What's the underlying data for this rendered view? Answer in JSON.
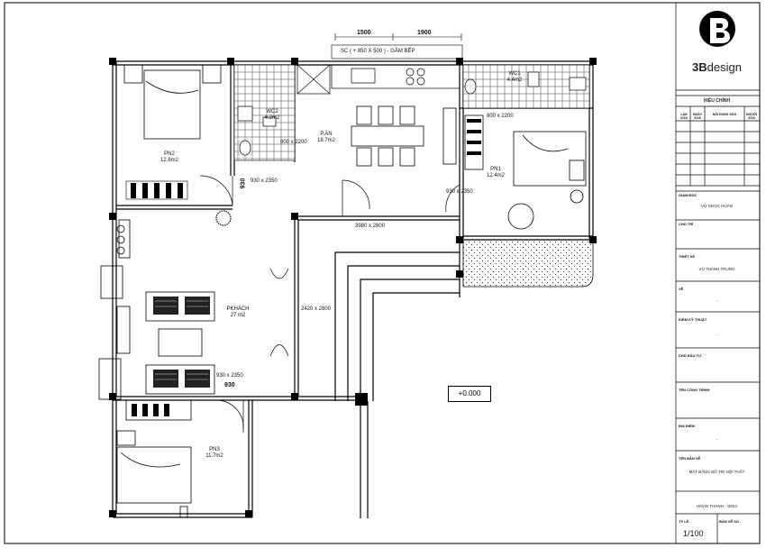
{
  "rooms": {
    "pn2": {
      "name": "PN2",
      "area": "12.6m2"
    },
    "wc2": {
      "name": "WC2",
      "area": "4.2m2"
    },
    "dining": {
      "name": "P.ĂN",
      "area": "18.7m2"
    },
    "wc1": {
      "name": "WC1",
      "area": "4.4m2"
    },
    "pn1": {
      "name": "PN1",
      "area": "12.4m2"
    },
    "living": {
      "name": "PKHÁCH",
      "area": "27 m2"
    },
    "pn3": {
      "name": "PN3",
      "area": "11.7m2"
    }
  },
  "dimensions": {
    "top_left": "1500",
    "top_right": "1900",
    "kitchen_note": "SC ( + 850 X 500 ) - GẦM BẾP",
    "door_wc2": "800 x 2200",
    "door_pn2": "930 x 2350",
    "door_pn2_width": "930",
    "door_wc1": "800 x 2200",
    "door_pn1": "930 x 2350",
    "opening_dining": "3980 x 2800",
    "opening_living": "2420 x 2800",
    "door_pn3": "930 x 2350",
    "door_pn3_width": "930"
  },
  "level": "+0.000",
  "title_block": {
    "brand_bold": "3B",
    "brand_light": "design",
    "revision_title": "HIỆU CHỈNH",
    "revision_cols": [
      "LẦN SỬA",
      "NGÀY SỬA",
      "NỘI DUNG SỬA",
      "NGƯỜI SỬA"
    ],
    "director_label": "GIÁM ĐỐC",
    "director": "VŨ NGỌC HUÂN",
    "lead_label": "CHỦ TRÌ",
    "designer_label": "THIẾT KẾ",
    "designer": "VŨ THÀNH TRUNG",
    "drafter_label": "VẼ",
    "checker_label": "KIỂM KỸ THUẬT",
    "investor_label": "CHỦ ĐẦU TƯ",
    "project_label": "TÊN CÔNG TRÌNH",
    "location_label": "ĐỊA ĐIỂM",
    "drawing_label": "TÊN BẢN VẼ",
    "drawing_name": "MẶT BẰNG BỐ TRÍ NỘI THẤT",
    "completed": "HOÀN THÀNH : /2024",
    "scale_label": "TỶ LỆ",
    "sheet_label": "BẢN VẼ SỐ",
    "scale": "1/100",
    "dash": "-"
  }
}
